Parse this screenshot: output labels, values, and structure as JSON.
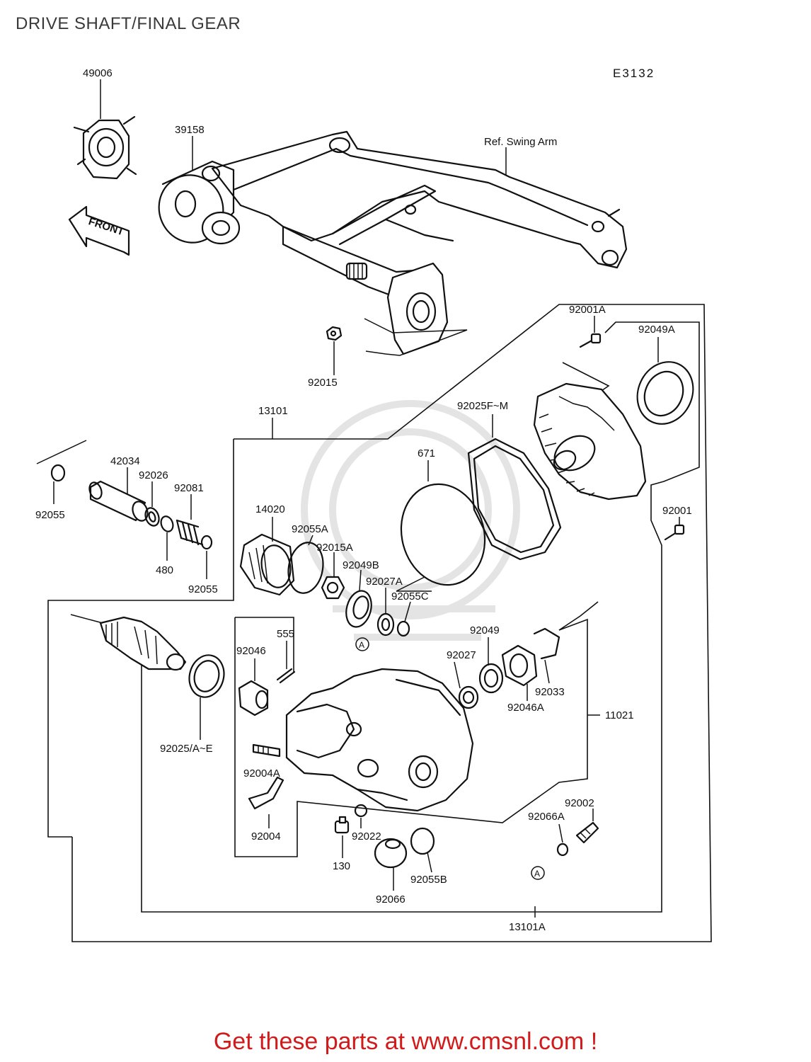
{
  "header": {
    "title": "DRIVE SHAFT/FINAL GEAR",
    "diagram_code": "E3132"
  },
  "diagram": {
    "front_label": "FRONT",
    "swing_arm_ref": "Ref. Swing Arm",
    "callouts": {
      "p49006": "49006",
      "p39158": "39158",
      "p92015": "92015",
      "p13101": "13101",
      "p92001A": "92001A",
      "p92049A": "92049A",
      "p92025FM": "92025F~M",
      "p671": "671",
      "p92001": "92001",
      "p42034": "42034",
      "p92026": "92026",
      "p92081": "92081",
      "p92055_left": "92055",
      "p480": "480",
      "p92055_mid": "92055",
      "p14020": "14020",
      "p92055A": "92055A",
      "p92015A": "92015A",
      "p92049B": "92049B",
      "p92027A": "92027A",
      "p92055C": "92055C",
      "p555": "555",
      "p92046": "92046",
      "p92049": "92049",
      "p92027": "92027",
      "p92033": "92033",
      "p92046A": "92046A",
      "p11021": "11021",
      "p92025AE": "92025/A~E",
      "p92004A": "92004A",
      "p92004": "92004",
      "p92022": "92022",
      "p130": "130",
      "p92055B": "92055B",
      "p92066": "92066",
      "p92002": "92002",
      "p92066A": "92066A",
      "p13101A": "13101A",
      "marker_a": "A"
    }
  },
  "footer": {
    "link_text": "Get these parts at www.cmsnl.com !",
    "link_color": "#d11a1a"
  }
}
